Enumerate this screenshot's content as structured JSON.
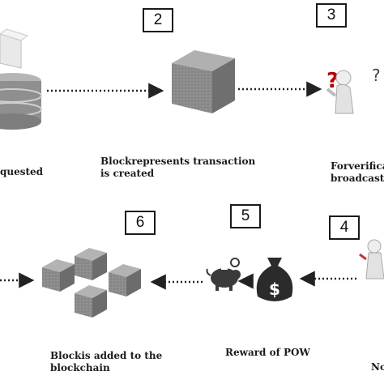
{
  "steps": [
    "2",
    "3",
    "4",
    "5",
    "6"
  ],
  "captions": {
    "requested": "quested",
    "block_created": "Blockrepresents transaction\nis created",
    "broadcasted": "Forverificati\nbroadcasted",
    "reward": "Reward   of   POW",
    "added": "Blockis added to the\nblockchain",
    "node": "No"
  },
  "colors": {
    "arrow": "#222222",
    "block": "#8a8a8a",
    "database": "#9a9a9a",
    "money_bag": "#2b2b2b",
    "piggy_bank": "#3a3a3a"
  }
}
